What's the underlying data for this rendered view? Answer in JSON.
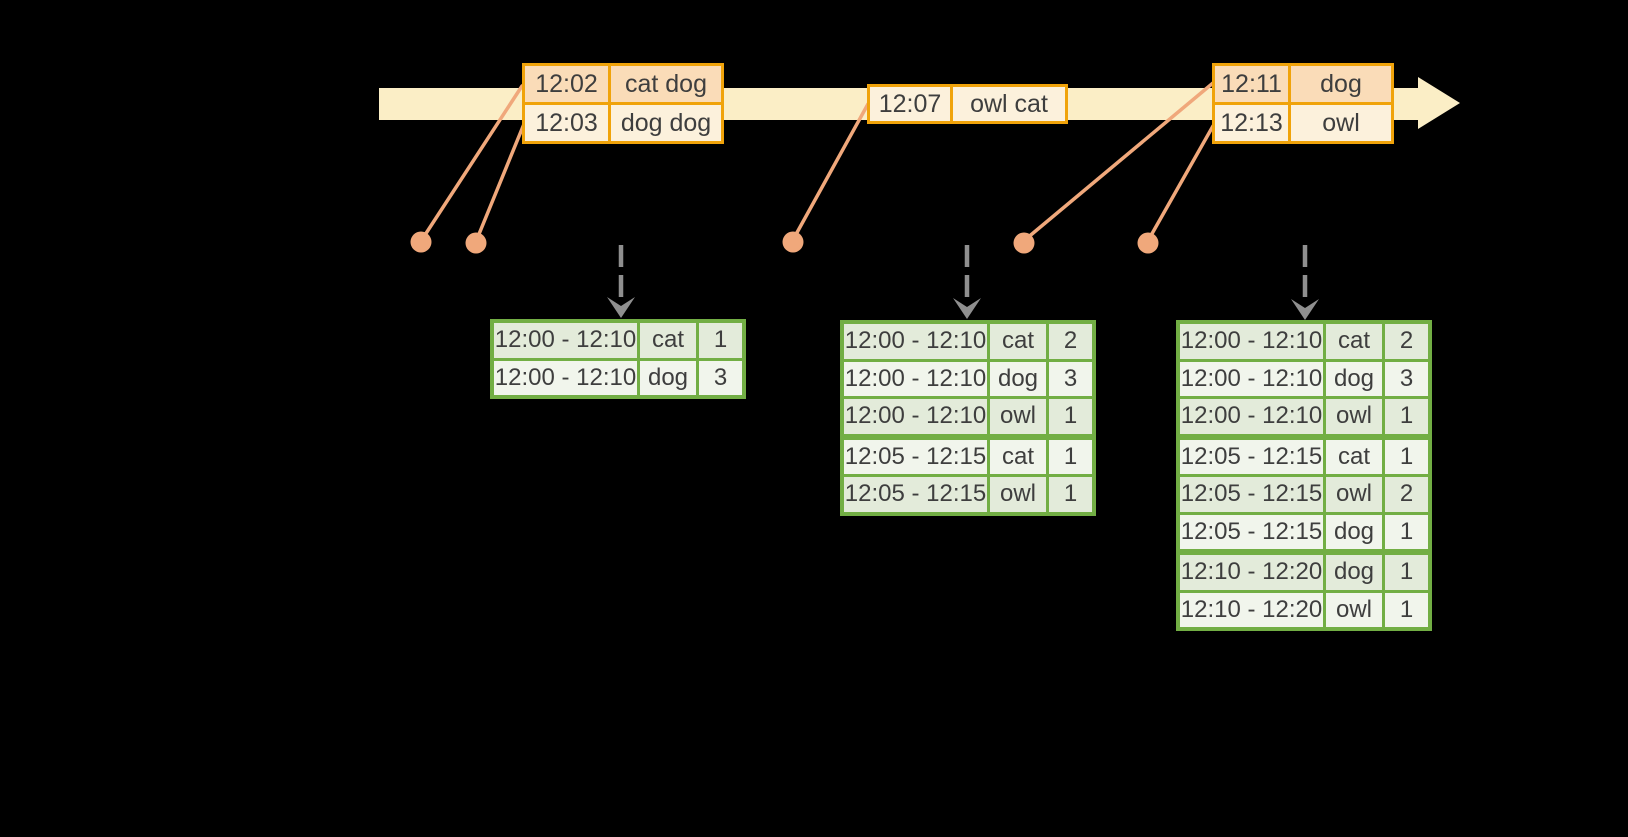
{
  "colors": {
    "background": "#000000",
    "timeline_band": "#fbeec6",
    "event_box_border": "#f0a30a",
    "event_row_peach": "#fadcb8",
    "event_row_cream": "#fcf1dc",
    "connector_orange": "#f0a87b",
    "table_border_green": "#72ae44",
    "table_row_green": "#e3ebda",
    "table_row_white": "#f1f5ec",
    "trigger_arrow_gray": "#8f8f8f",
    "text": "#3e3e3e"
  },
  "timeline": {
    "events": [
      {
        "rows": [
          {
            "time": "12:02",
            "words": "cat dog"
          },
          {
            "time": "12:03",
            "words": "dog dog"
          }
        ]
      },
      {
        "rows": [
          {
            "time": "12:07",
            "words": "owl cat"
          }
        ]
      },
      {
        "rows": [
          {
            "time": "12:11",
            "words": "dog"
          },
          {
            "time": "12:13",
            "words": "owl"
          }
        ]
      }
    ]
  },
  "result_tables": [
    {
      "rows": [
        {
          "window": "12:00 - 12:10",
          "word": "cat",
          "count": "1"
        },
        {
          "window": "12:00 - 12:10",
          "word": "dog",
          "count": "3"
        }
      ]
    },
    {
      "rows": [
        {
          "window": "12:00 - 12:10",
          "word": "cat",
          "count": "2"
        },
        {
          "window": "12:00 - 12:10",
          "word": "dog",
          "count": "3"
        },
        {
          "window": "12:00 - 12:10",
          "word": "owl",
          "count": "1"
        },
        {
          "window": "12:05 - 12:15",
          "word": "cat",
          "count": "1"
        },
        {
          "window": "12:05 - 12:15",
          "word": "owl",
          "count": "1"
        }
      ]
    },
    {
      "rows": [
        {
          "window": "12:00 - 12:10",
          "word": "cat",
          "count": "2"
        },
        {
          "window": "12:00 - 12:10",
          "word": "dog",
          "count": "3"
        },
        {
          "window": "12:00 - 12:10",
          "word": "owl",
          "count": "1"
        },
        {
          "window": "12:05 - 12:15",
          "word": "cat",
          "count": "1"
        },
        {
          "window": "12:05 - 12:15",
          "word": "owl",
          "count": "2"
        },
        {
          "window": "12:05 - 12:15",
          "word": "dog",
          "count": "1"
        },
        {
          "window": "12:10 - 12:20",
          "word": "dog",
          "count": "1"
        },
        {
          "window": "12:10 - 12:20",
          "word": "owl",
          "count": "1"
        }
      ]
    }
  ]
}
